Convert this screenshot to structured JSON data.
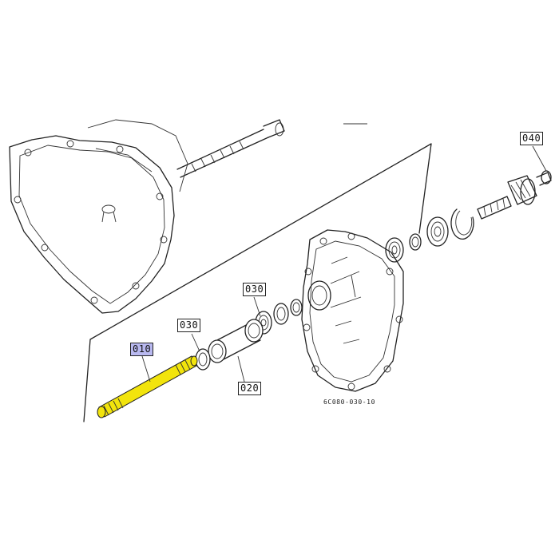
{
  "callouts": {
    "c040": "040",
    "c030a": "030",
    "c030b": "030",
    "c010": "010",
    "c020": "020"
  },
  "drawing_code": "6C080-030-10",
  "colors": {
    "highlight_shaft": "#f2e40c",
    "selected_label_bg": "#b9b9f0",
    "line": "#222222"
  }
}
